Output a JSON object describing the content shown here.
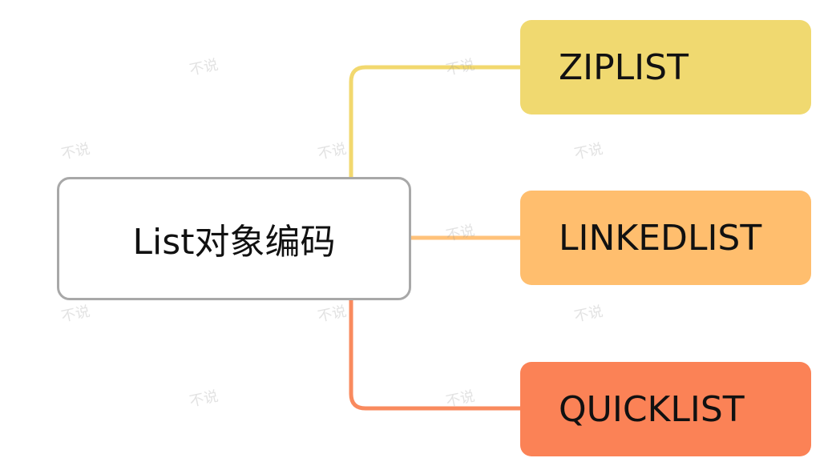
{
  "root": {
    "label": "List对象编码",
    "border_color": "#a8a8a8"
  },
  "children": [
    {
      "id": "ziplist",
      "label": "ZIPLIST",
      "color": "#f0d970",
      "line_color": "#f2d86e"
    },
    {
      "id": "linkedlist",
      "label": "LINKEDLIST",
      "color": "#ffbe6e",
      "line_color": "#ffc27a"
    },
    {
      "id": "quicklist",
      "label": "QUICKLIST",
      "color": "#fb8256",
      "line_color": "#f98a5e"
    }
  ],
  "watermark": {
    "text": "不说"
  }
}
